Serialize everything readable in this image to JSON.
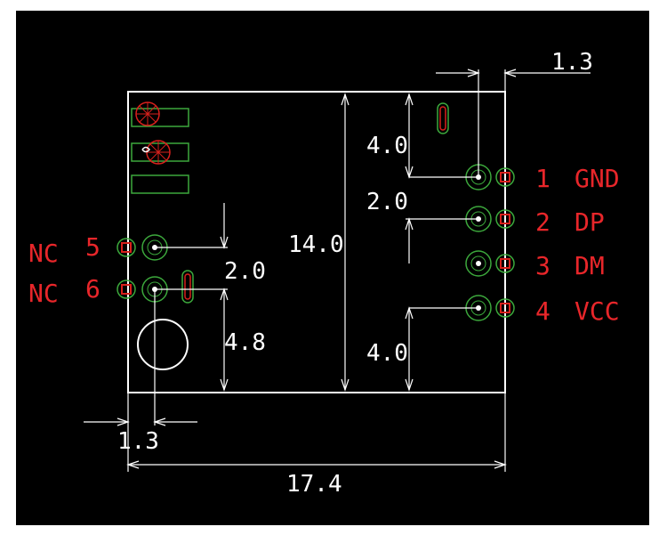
{
  "colors": {
    "background": "#000000",
    "outer_background": "#ffffff",
    "line": "#ffffff",
    "pin_label": "#e8262a",
    "pad_green": "#3ca83c",
    "pad_red": "#d8201c",
    "dimension_text": "#ffffff"
  },
  "dimensions": {
    "d_13_top": "1.3",
    "d_40_upper": "4.0",
    "d_20_right": "2.0",
    "d_140": "14.0",
    "d_20_left": "2.0",
    "d_48": "4.8",
    "d_40_lower": "4.0",
    "d_13_bottom": "1.3",
    "d_174": "17.4"
  },
  "pins_right": [
    {
      "num": "1",
      "name": "GND"
    },
    {
      "num": "2",
      "name": "DP"
    },
    {
      "num": "3",
      "name": "DM"
    },
    {
      "num": "4",
      "name": "VCC"
    }
  ],
  "pins_left": [
    {
      "name": "NC",
      "num": "5"
    },
    {
      "name": "NC",
      "num": "6"
    }
  ],
  "icons": {
    "pad": "via-pad-icon",
    "hole": "mounting-hole-icon"
  }
}
